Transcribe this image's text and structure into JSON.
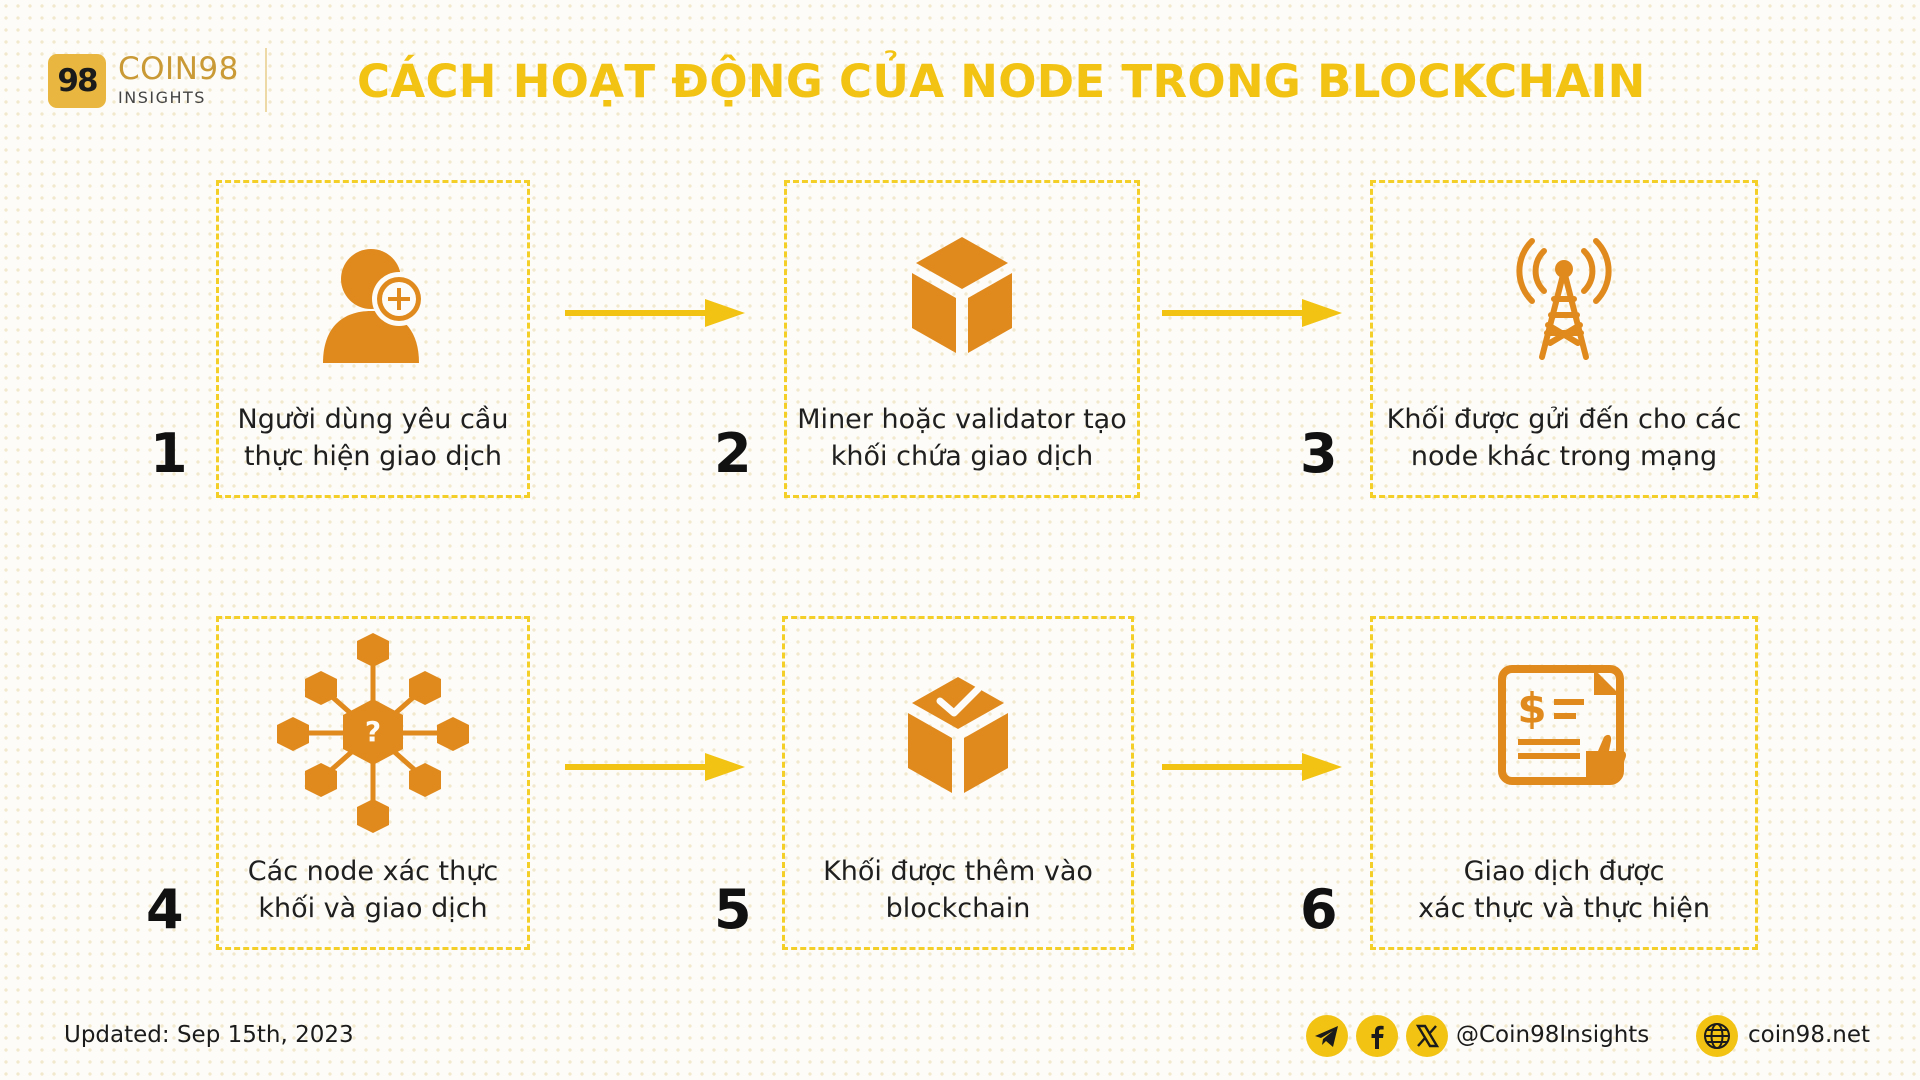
{
  "brand": {
    "logo_mark": "98",
    "name": "COIN98",
    "sub": "INSIGHTS"
  },
  "title": "CÁCH HOẠT ĐỘNG CỦA NODE TRONG BLOCKCHAIN",
  "steps": [
    {
      "number": "1",
      "text": "Người dùng yêu cầu\nthực hiện giao dịch",
      "icon": "user-add-icon"
    },
    {
      "number": "2",
      "text": "Miner hoặc validator tạo\nkhối chứa giao dịch",
      "icon": "cube-icon"
    },
    {
      "number": "3",
      "text": "Khối được gửi đến cho các\nnode khác trong mạng",
      "icon": "broadcast-tower-icon"
    },
    {
      "number": "4",
      "text": "Các node xác thực\nkhối và giao dịch",
      "icon": "node-network-icon"
    },
    {
      "number": "5",
      "text": "Khối được thêm vào\nblockchain",
      "icon": "cube-check-icon"
    },
    {
      "number": "6",
      "text": "Giao dịch được\nxác thực và thực hiện",
      "icon": "invoice-thumbs-up-icon"
    }
  ],
  "footer": {
    "updated": "Updated: Sep 15th, 2023",
    "handle": "@Coin98Insights",
    "website": "coin98.net",
    "social_icons": [
      "telegram-icon",
      "facebook-icon",
      "x-icon",
      "globe-icon"
    ]
  },
  "colors": {
    "accent_yellow": "#f2c313",
    "icon_orange": "#e08a1e",
    "dashed_border": "#f3cf28",
    "text_dark": "#1b1b1b"
  }
}
